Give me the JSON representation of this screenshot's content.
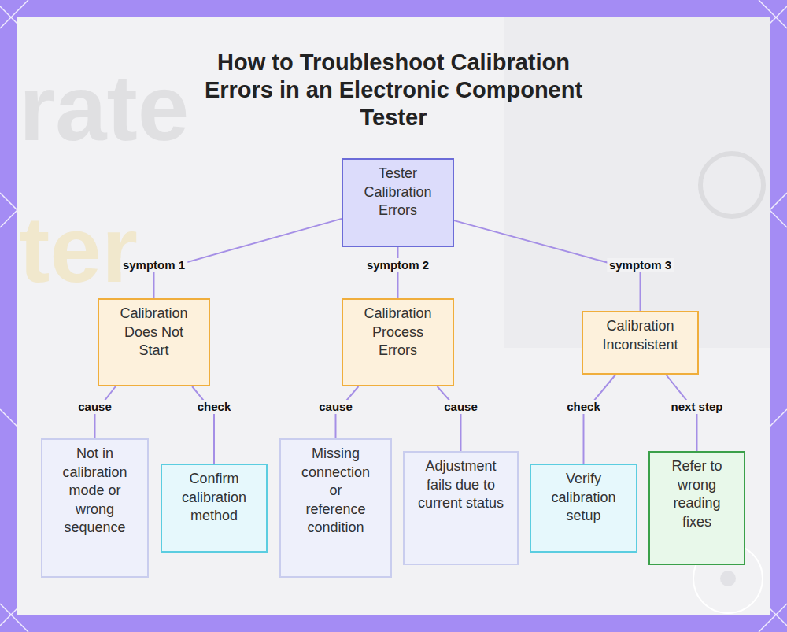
{
  "diagram": {
    "title": "How to Troubleshoot Calibration Errors in an Electronic Component Tester",
    "nodes": [
      {
        "text": [
          "Tester Calibration Errors"
        ]
      },
      {
        "text": [
          "Calibration Does Not Start"
        ]
      },
      {
        "text": [
          "Calibration Process Errors"
        ]
      },
      {
        "text": [
          "Calibration Inconsistent"
        ]
      },
      {
        "text": [
          "Not in calibration mode or wrong sequence"
        ]
      },
      {
        "text": [
          "Confirm calibration method"
        ]
      },
      {
        "text": [
          "Missing connection or reference condition"
        ]
      },
      {
        "text": [
          "Adjustment fails due to current status"
        ]
      },
      {
        "text": [
          "Verify calibration setup"
        ]
      },
      {
        "text": [
          "Refer to wrong reading fixes"
        ]
      }
    ],
    "edges": [
      {
        "from": 0,
        "to": 1,
        "label": "symptom 1",
        "arrow": "none"
      },
      {
        "from": 0,
        "to": 2,
        "label": "symptom 2",
        "arrow": "none"
      },
      {
        "from": 0,
        "to": 3,
        "label": "symptom 3",
        "arrow": "none"
      },
      {
        "from": 1,
        "to": 4,
        "label": "cause",
        "arrow": "none"
      },
      {
        "from": 1,
        "to": 5,
        "label": "check",
        "arrow": "none"
      },
      {
        "from": 2,
        "to": 6,
        "label": "cause",
        "arrow": "none"
      },
      {
        "from": 2,
        "to": 7,
        "label": "cause",
        "arrow": "none"
      },
      {
        "from": 3,
        "to": 8,
        "label": "check",
        "arrow": "none"
      },
      {
        "from": 3,
        "to": 9,
        "label": "next step",
        "arrow": "none"
      }
    ],
    "labels": [
      "rate",
      "ter"
    ]
  }
}
